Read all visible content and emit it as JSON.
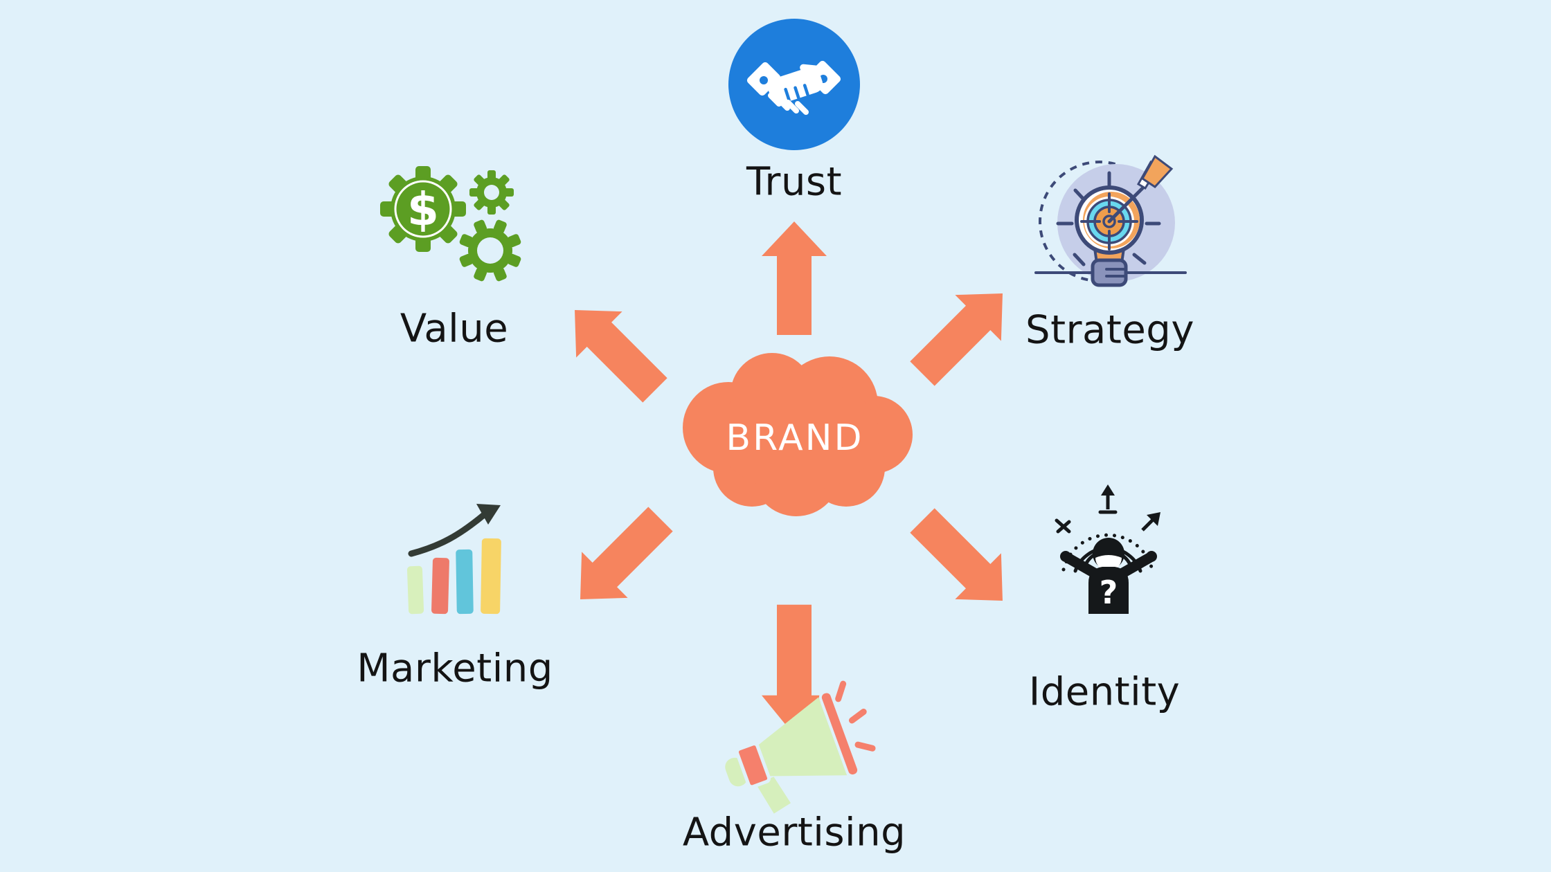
{
  "figure": {
    "background_color": "#E0F1FA",
    "accent_color": "#F6845E",
    "text_color": "#141414"
  },
  "center": {
    "label": "BRAND",
    "shape": "cloud",
    "cloud_color": "#F6845E",
    "label_color": "#FFFFFF"
  },
  "arrows": {
    "color": "#F6845E",
    "directions": [
      "up",
      "upper-right",
      "lower-right",
      "down",
      "lower-left",
      "upper-left"
    ]
  },
  "nodes": [
    {
      "id": "trust",
      "label": "Trust",
      "icon": "handshake-icon",
      "icon_color": "#1E7EDC"
    },
    {
      "id": "strategy",
      "label": "Strategy",
      "icon": "lightbulb-target-icon",
      "icon_colors": [
        "#3D4A78",
        "#C6CEE9",
        "#F2A45C",
        "#69D8EF",
        "#8A93BB"
      ]
    },
    {
      "id": "value",
      "label": "Value",
      "icon": "dollar-gears-icon",
      "icon_color": "#5C9E23",
      "dollar_glyph": "$"
    },
    {
      "id": "marketing",
      "label": "Marketing",
      "icon": "growth-bar-chart-icon",
      "icon_colors": [
        "#D8F0BC",
        "#EE7A6A",
        "#61C5DB",
        "#F7D467",
        "#333B35"
      ]
    },
    {
      "id": "identity",
      "label": "Identity",
      "icon": "person-question-icon",
      "icon_color": "#15181A",
      "question_glyph": "?"
    },
    {
      "id": "advertising",
      "label": "Advertising",
      "icon": "megaphone-icon",
      "icon_colors": [
        "#D6EFBC",
        "#F5806C"
      ]
    }
  ]
}
